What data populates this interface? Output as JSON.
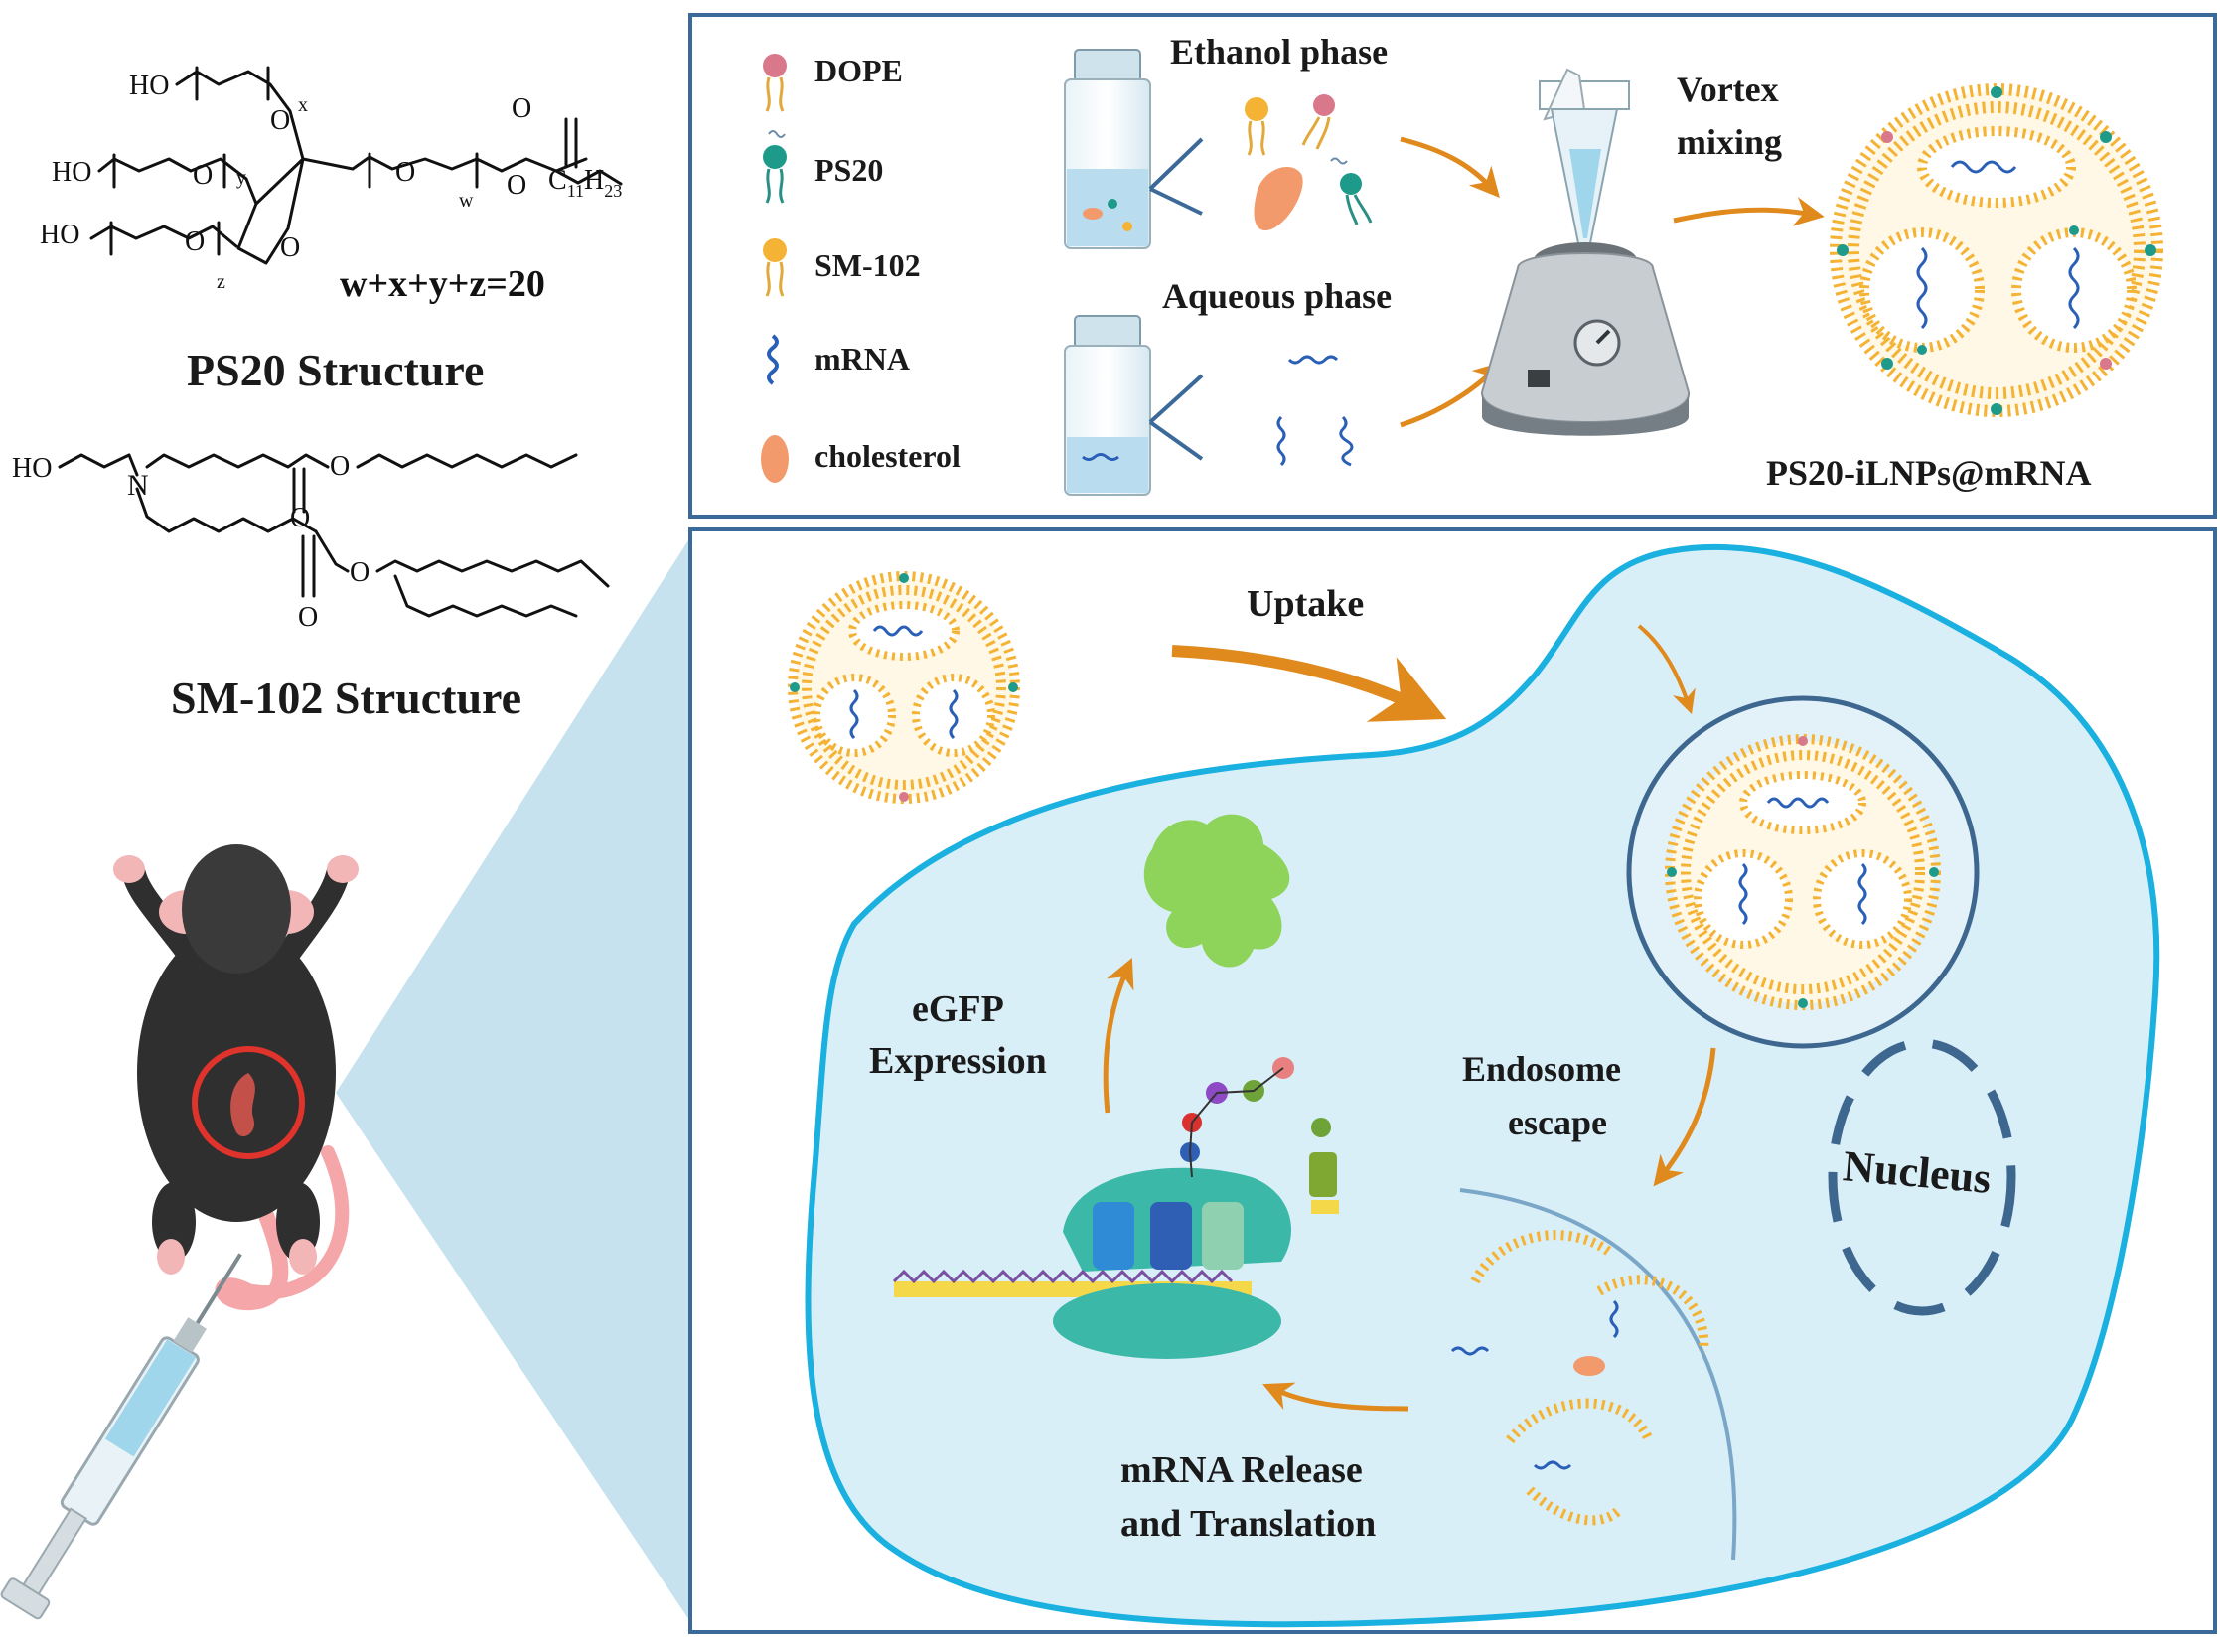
{
  "chemistry": {
    "ps20": {
      "ho1": "HO",
      "ho2": "HO",
      "ho3": "HO",
      "o1": "O",
      "o2": "O",
      "o3": "O",
      "o4": "O",
      "o5": "O",
      "o6": "O",
      "o7": "O",
      "sub_x": "x",
      "sub_y": "y",
      "sub_z": "z",
      "sub_w": "w",
      "chain": "C",
      "chain_sub1": "11",
      "chain_h": "H",
      "chain_sub2": "23",
      "formula": "w+x+y+z=20",
      "caption": "PS20 Structure"
    },
    "sm102": {
      "ho": "HO",
      "n": "N",
      "o1": "O",
      "o2": "O",
      "o3": "O",
      "o4": "O",
      "caption": "SM-102 Structure"
    }
  },
  "legend": {
    "items": [
      {
        "label": "DOPE",
        "icon": "dope-lipid-icon"
      },
      {
        "label": "PS20",
        "icon": "ps20-lipid-icon"
      },
      {
        "label": "SM-102",
        "icon": "sm102-lipid-icon"
      },
      {
        "label": "mRNA",
        "icon": "mrna-icon"
      },
      {
        "label": "cholesterol",
        "icon": "cholesterol-icon"
      }
    ]
  },
  "preparation": {
    "ethanol_phase": "Ethanol phase",
    "aqueous_phase": "Aqueous phase",
    "vortex_line1": "Vortex",
    "vortex_line2": "mixing",
    "product": "PS20-iLNPs@mRNA"
  },
  "cell": {
    "uptake": "Uptake",
    "endosome_line1": "Endosome",
    "endosome_line2": "escape",
    "nucleus": "Nucleus",
    "egfp_line1": "eGFP",
    "egfp_line2": "Expression",
    "release_line1": "mRNA Release",
    "release_line2": "and Translation"
  },
  "colors": {
    "frame": "#3b6a9a",
    "cytoplasm": "#d9eff8",
    "membrane": "#1ab0e0",
    "arrow": "#e08a1e",
    "lipid_head": "#f5b335",
    "ps20_head": "#1e9a8a",
    "dope_head": "#d9788a",
    "mrna": "#2a5fb8",
    "cholesterol": "#f29a6c",
    "gfp": "#8ed35a",
    "funnel": "#b9dcea",
    "nucleus": "#3e6790"
  }
}
